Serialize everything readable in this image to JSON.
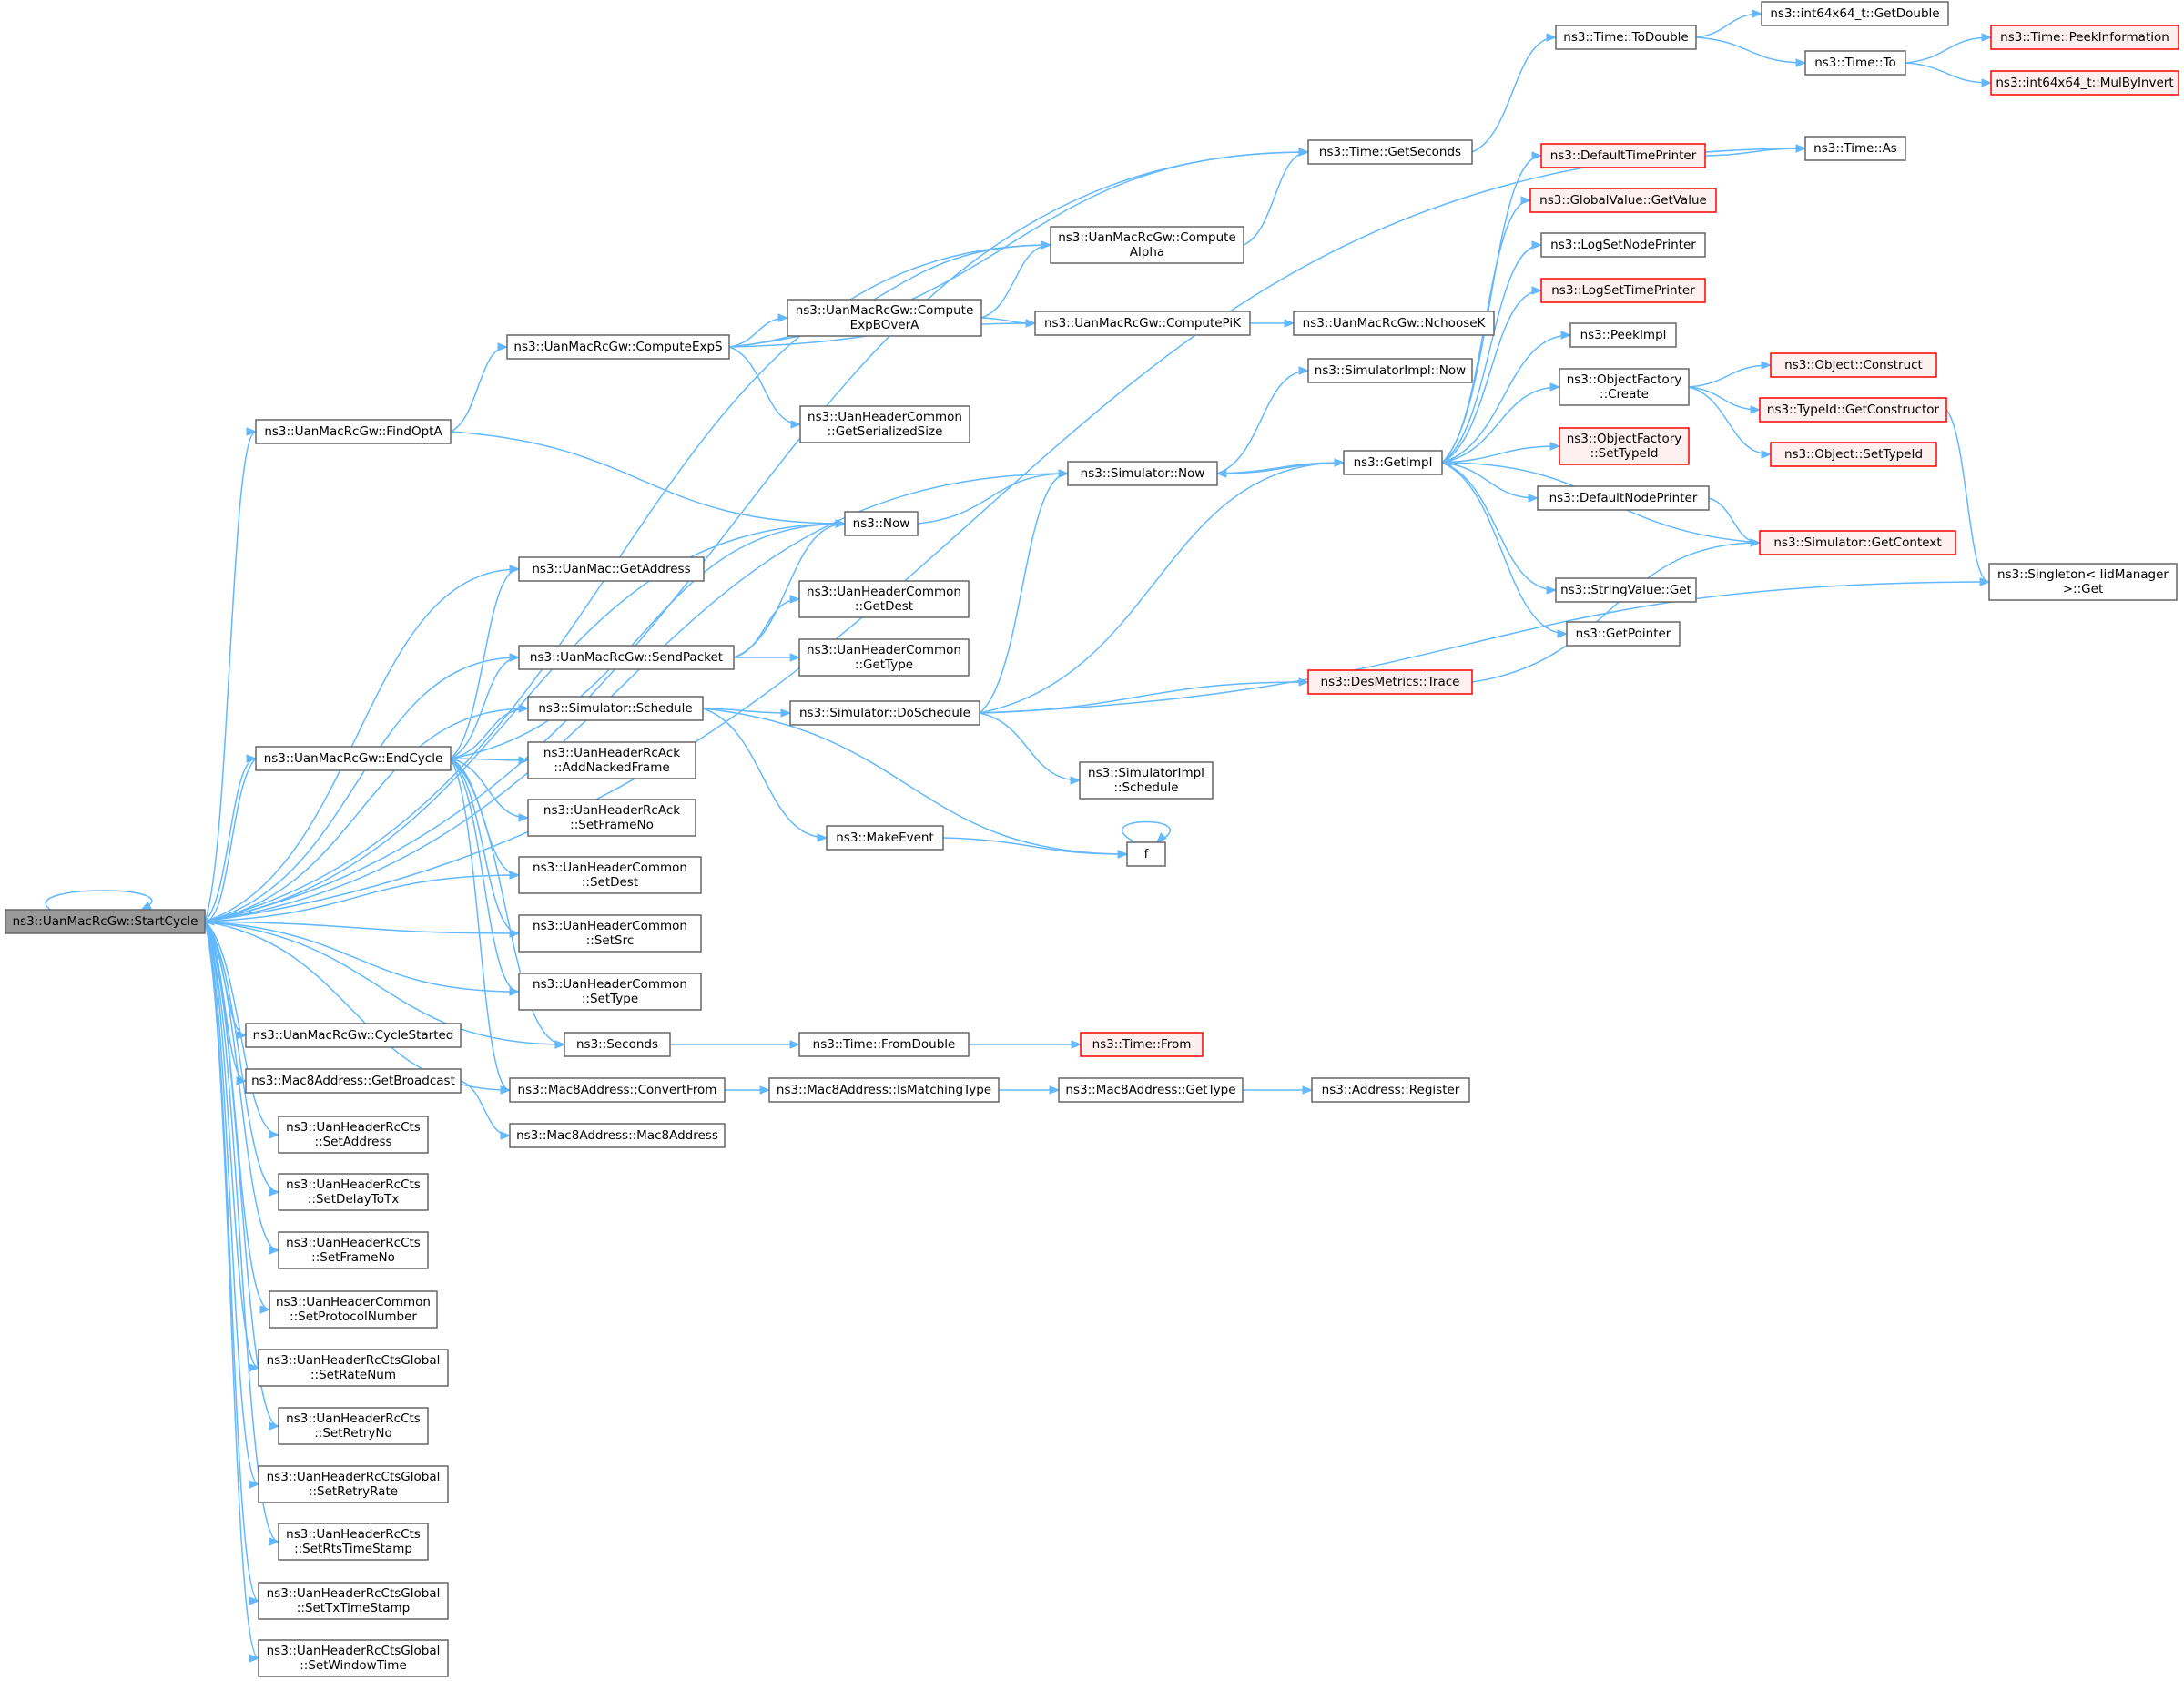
{
  "colors": {
    "edge": "#63b8ff",
    "node_border": "#666666",
    "node_border_truncated": "#ff0000",
    "root_fill": "#999999"
  },
  "nodes": [
    {
      "id": "startcycle",
      "lines": [
        "ns3::UanMacRcGw::StartCycle"
      ],
      "root": true
    },
    {
      "id": "findopta",
      "lines": [
        "ns3::UanMacRcGw::FindOptA"
      ]
    },
    {
      "id": "uanmac_getaddress",
      "lines": [
        "ns3::UanMac::GetAddress"
      ]
    },
    {
      "id": "sendpacket",
      "lines": [
        "ns3::UanMacRcGw::SendPacket"
      ]
    },
    {
      "id": "schedule",
      "lines": [
        "ns3::Simulator::Schedule"
      ]
    },
    {
      "id": "endcycle",
      "lines": [
        "ns3::UanMacRcGw::EndCycle"
      ]
    },
    {
      "id": "addnackedframe",
      "lines": [
        "ns3::UanHeaderRcAck",
        "::AddNackedFrame"
      ]
    },
    {
      "id": "ack_setframeno",
      "lines": [
        "ns3::UanHeaderRcAck",
        "::SetFrameNo"
      ]
    },
    {
      "id": "common_setdest",
      "lines": [
        "ns3::UanHeaderCommon",
        "::SetDest"
      ]
    },
    {
      "id": "common_setsrc",
      "lines": [
        "ns3::UanHeaderCommon",
        "::SetSrc"
      ]
    },
    {
      "id": "common_settype",
      "lines": [
        "ns3::UanHeaderCommon",
        "::SetType"
      ]
    },
    {
      "id": "seconds",
      "lines": [
        "ns3::Seconds"
      ]
    },
    {
      "id": "cyclestarted",
      "lines": [
        "ns3::UanMacRcGw::CycleStarted"
      ]
    },
    {
      "id": "getbroadcast",
      "lines": [
        "ns3::Mac8Address::GetBroadcast"
      ]
    },
    {
      "id": "convertfrom",
      "lines": [
        "ns3::Mac8Address::ConvertFrom"
      ]
    },
    {
      "id": "mac8address",
      "lines": [
        "ns3::Mac8Address::Mac8Address"
      ]
    },
    {
      "id": "cts_setaddress",
      "lines": [
        "ns3::UanHeaderRcCts",
        "::SetAddress"
      ]
    },
    {
      "id": "cts_setdelaytotx",
      "lines": [
        "ns3::UanHeaderRcCts",
        "::SetDelayToTx"
      ]
    },
    {
      "id": "cts_setframeno",
      "lines": [
        "ns3::UanHeaderRcCts",
        "::SetFrameNo"
      ]
    },
    {
      "id": "setprotocolnumber",
      "lines": [
        "ns3::UanHeaderCommon",
        "::SetProtocolNumber"
      ]
    },
    {
      "id": "setratenum",
      "lines": [
        "ns3::UanHeaderRcCtsGlobal",
        "::SetRateNum"
      ]
    },
    {
      "id": "cts_setretryno",
      "lines": [
        "ns3::UanHeaderRcCts",
        "::SetRetryNo"
      ]
    },
    {
      "id": "setretryrate",
      "lines": [
        "ns3::UanHeaderRcCtsGlobal",
        "::SetRetryRate"
      ]
    },
    {
      "id": "setrtstimestamp",
      "lines": [
        "ns3::UanHeaderRcCts",
        "::SetRtsTimeStamp"
      ]
    },
    {
      "id": "settxtimestamp",
      "lines": [
        "ns3::UanHeaderRcCtsGlobal",
        "::SetTxTimeStamp"
      ]
    },
    {
      "id": "setwindowtime",
      "lines": [
        "ns3::UanHeaderRcCtsGlobal",
        "::SetWindowTime"
      ]
    },
    {
      "id": "computeexps",
      "lines": [
        "ns3::UanMacRcGw::ComputeExpS"
      ]
    },
    {
      "id": "computeexpboverA",
      "lines": [
        "ns3::UanMacRcGw::Compute",
        "ExpBOverA"
      ]
    },
    {
      "id": "getserializedsize",
      "lines": [
        "ns3::UanHeaderCommon",
        "::GetSerializedSize"
      ]
    },
    {
      "id": "computealpha",
      "lines": [
        "ns3::UanMacRcGw::Compute",
        "Alpha"
      ]
    },
    {
      "id": "computepik",
      "lines": [
        "ns3::UanMacRcGw::ComputePiK"
      ]
    },
    {
      "id": "nchoosek",
      "lines": [
        "ns3::UanMacRcGw::NchooseK"
      ]
    },
    {
      "id": "getseconds",
      "lines": [
        "ns3::Time::GetSeconds"
      ]
    },
    {
      "id": "todouble",
      "lines": [
        "ns3::Time::ToDouble"
      ]
    },
    {
      "id": "getdouble",
      "lines": [
        "ns3::int64x64_t::GetDouble"
      ]
    },
    {
      "id": "time_to",
      "lines": [
        "ns3::Time::To"
      ]
    },
    {
      "id": "peekinformation",
      "lines": [
        "ns3::Time::PeekInformation"
      ],
      "truncated": true
    },
    {
      "id": "mulbyinvert",
      "lines": [
        "ns3::int64x64_t::MulByInvert"
      ],
      "truncated": true
    },
    {
      "id": "time_as",
      "lines": [
        "ns3::Time::As"
      ]
    },
    {
      "id": "ns3_now",
      "lines": [
        "ns3::Now"
      ]
    },
    {
      "id": "simulator_now",
      "lines": [
        "ns3::Simulator::Now"
      ]
    },
    {
      "id": "simulatorimpl_now",
      "lines": [
        "ns3::SimulatorImpl::Now"
      ]
    },
    {
      "id": "getimpl",
      "lines": [
        "ns3::GetImpl"
      ]
    },
    {
      "id": "common_getdest",
      "lines": [
        "ns3::UanHeaderCommon",
        "::GetDest"
      ]
    },
    {
      "id": "common_gettype",
      "lines": [
        "ns3::UanHeaderCommon",
        "::GetType"
      ]
    },
    {
      "id": "doschedule",
      "lines": [
        "ns3::Simulator::DoSchedule"
      ]
    },
    {
      "id": "simulatorimpl_schedule",
      "lines": [
        "ns3::SimulatorImpl",
        "::Schedule"
      ]
    },
    {
      "id": "makeevent",
      "lines": [
        "ns3::MakeEvent"
      ]
    },
    {
      "id": "f",
      "lines": [
        "f"
      ]
    },
    {
      "id": "trace",
      "lines": [
        "ns3::DesMetrics::Trace"
      ],
      "truncated": true
    },
    {
      "id": "fromdouble",
      "lines": [
        "ns3::Time::FromDouble"
      ]
    },
    {
      "id": "time_from",
      "lines": [
        "ns3::Time::From"
      ],
      "truncated": true
    },
    {
      "id": "ismatchingtype",
      "lines": [
        "ns3::Mac8Address::IsMatchingType"
      ]
    },
    {
      "id": "mac8_gettype",
      "lines": [
        "ns3::Mac8Address::GetType"
      ]
    },
    {
      "id": "address_register",
      "lines": [
        "ns3::Address::Register"
      ]
    },
    {
      "id": "defaulttimeprinter",
      "lines": [
        "ns3::DefaultTimePrinter"
      ],
      "truncated": true
    },
    {
      "id": "globalvalue_getvalue",
      "lines": [
        "ns3::GlobalValue::GetValue"
      ],
      "truncated": true
    },
    {
      "id": "logsetnodeprinter",
      "lines": [
        "ns3::LogSetNodePrinter"
      ]
    },
    {
      "id": "logsettimeprinter",
      "lines": [
        "ns3::LogSetTimePrinter"
      ],
      "truncated": true
    },
    {
      "id": "peekimpl",
      "lines": [
        "ns3::PeekImpl"
      ]
    },
    {
      "id": "objectfactory_create",
      "lines": [
        "ns3::ObjectFactory",
        "::Create"
      ]
    },
    {
      "id": "objectfactory_settypeid",
      "lines": [
        "ns3::ObjectFactory",
        "::SetTypeId"
      ],
      "truncated": true
    },
    {
      "id": "defaultnodeprinter",
      "lines": [
        "ns3::DefaultNodePrinter"
      ]
    },
    {
      "id": "stringvalue_get",
      "lines": [
        "ns3::StringValue::Get"
      ]
    },
    {
      "id": "getpointer",
      "lines": [
        "ns3::GetPointer"
      ]
    },
    {
      "id": "getcontext",
      "lines": [
        "ns3::Simulator::GetContext"
      ],
      "truncated": true
    },
    {
      "id": "object_construct",
      "lines": [
        "ns3::Object::Construct"
      ],
      "truncated": true
    },
    {
      "id": "getconstructor",
      "lines": [
        "ns3::TypeId::GetConstructor"
      ],
      "truncated": true
    },
    {
      "id": "object_settypeid",
      "lines": [
        "ns3::Object::SetTypeId"
      ],
      "truncated": true
    },
    {
      "id": "singleton_get",
      "lines": [
        "ns3::Singleton< IidManager",
        " >::Get"
      ]
    }
  ]
}
